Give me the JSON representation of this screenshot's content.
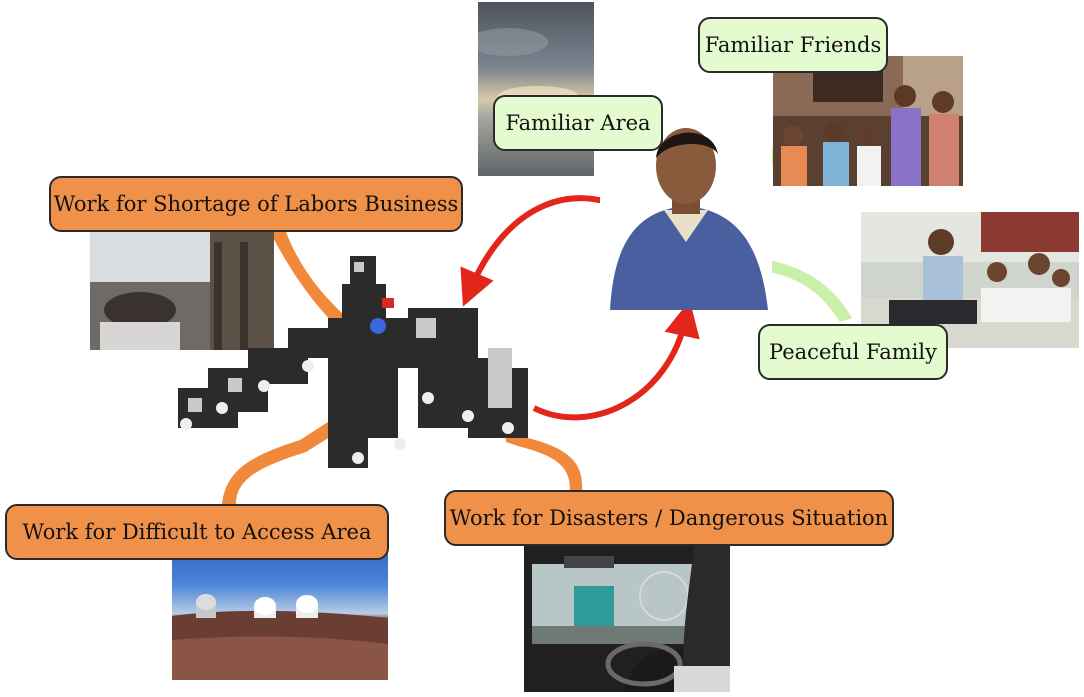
{
  "labels": {
    "shortage": "Work for Shortage of Labors Business",
    "difficult": "Work for Difficult to Access Area",
    "disasters": "Work for Disasters / Dangerous Situation",
    "familiar_area": "Familiar Area",
    "familiar_friends": "Familiar Friends",
    "peaceful_family": "Peaceful Family"
  },
  "colors": {
    "orange_label": "#f0914a",
    "green_label": "#e4fbcf",
    "orange_connector": "#f08a3a",
    "green_connector": "#c8f0a8",
    "cycle_arrow": "#e3261b"
  }
}
